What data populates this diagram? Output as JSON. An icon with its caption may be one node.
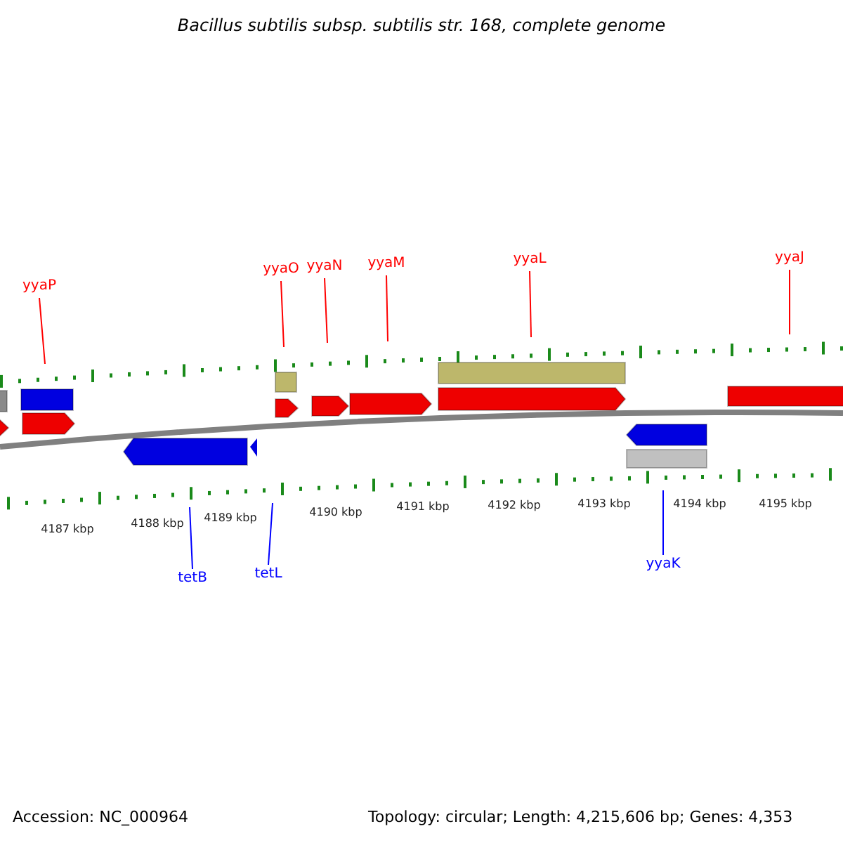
{
  "diagram": {
    "title": "Bacillus subtilis subsp. subtilis str. 168, complete genome",
    "nodes": [
      {
        "text": [
          "yyaP"
        ]
      },
      {
        "text": [
          "yyaO"
        ]
      },
      {
        "text": [
          "yyaN"
        ]
      },
      {
        "text": [
          "yyaM"
        ]
      },
      {
        "text": [
          "yyaL"
        ]
      },
      {
        "text": [
          "yyaJ"
        ]
      },
      {
        "text": [
          "tetB"
        ]
      },
      {
        "text": [
          "tetL"
        ]
      },
      {
        "text": [
          "yyaK"
        ]
      }
    ],
    "edges": [
      {
        "from": 0,
        "to": null,
        "arrow": "none"
      },
      {
        "from": 1,
        "to": null,
        "arrow": "none"
      },
      {
        "from": 2,
        "to": null,
        "arrow": "none"
      },
      {
        "from": 3,
        "to": null,
        "arrow": "none"
      },
      {
        "from": 4,
        "to": null,
        "arrow": "none"
      },
      {
        "from": 5,
        "to": null,
        "arrow": "none"
      },
      {
        "from": 6,
        "to": null,
        "arrow": "none",
        "color": "#0000ff"
      },
      {
        "from": 7,
        "to": null,
        "arrow": "none",
        "color": "#0000ff"
      },
      {
        "from": 8,
        "to": null,
        "arrow": "none",
        "color": "#0000ff"
      }
    ],
    "labels": [
      "4187 kbp",
      "4188 kbp",
      "4189 kbp",
      "4190 kbp",
      "4191 kbp",
      "4192 kbp",
      "4193 kbp",
      "4194 kbp",
      "4195 kbp",
      "Accession: NC_000964",
      "Topology: circular; Length: 4,215,606 bp; Genes: 4,353"
    ]
  }
}
